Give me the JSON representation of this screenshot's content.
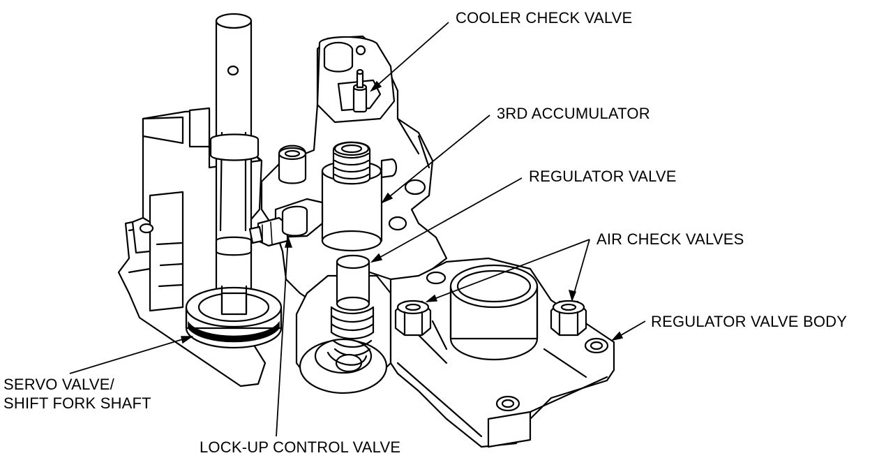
{
  "labels": {
    "cooler_check_valve": "COOLER CHECK VALVE",
    "third_accumulator": "3RD ACCUMULATOR",
    "regulator_valve": "REGULATOR VALVE",
    "air_check_valves": "AIR CHECK VALVES",
    "regulator_valve_body": "REGULATOR VALVE BODY",
    "servo_valve_line1": "SERVO VALVE/",
    "servo_valve_line2": "SHIFT FORK SHAFT",
    "lockup_control_valve": "LOCK-UP CONTROL VALVE"
  },
  "colors": {
    "line": "#000000",
    "background": "#ffffff"
  }
}
